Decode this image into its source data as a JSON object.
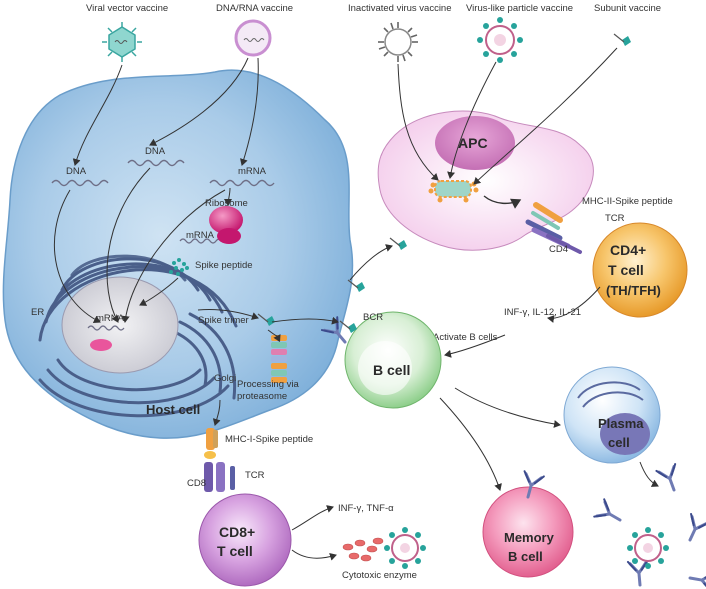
{
  "vaccines": {
    "viral_vector": "Viral vector vaccine",
    "dna_rna": "DNA/RNA vaccine",
    "inactivated": "Inactivated virus vaccine",
    "vlp": "Virus-like particle vaccine",
    "subunit": "Subunit vaccine"
  },
  "host": {
    "title": "Host cell",
    "dna_left": "DNA",
    "dna_mid": "DNA",
    "mrna_top": "mRNA",
    "ribosome": "Ribosome",
    "mrna_ribo": "mRNA",
    "spike_peptide": "Spike peptide",
    "er": "ER",
    "mrna_nucleus": "mRNA",
    "spike_trimer": "Spike trimer",
    "golgi": "Golgi",
    "processing_1": "Processing via",
    "processing_2": "proteasome"
  },
  "apc": {
    "title": "APC",
    "mhc2": "MHC-II-Spike peptide",
    "tcr": "TCR",
    "cd4": "CD4"
  },
  "cd4_cell": {
    "line1": "CD4+",
    "line2": "T cell",
    "line3": "(TH/TFH)"
  },
  "cytokines_cd4": "INF-γ, IL-12, IL-21",
  "activate_b": "Activate B cells",
  "bcr": "BCR",
  "b_cell": "B cell",
  "plasma": {
    "line1": "Plasma",
    "line2": "cell"
  },
  "memory": {
    "line1": "Memory",
    "line2": "B cell"
  },
  "mhc1": "MHC-I-Spike peptide",
  "tcr_cd8": "TCR",
  "cd8_label": "CD8",
  "cd8_cell": {
    "line1": "CD8+",
    "line2": "T cell"
  },
  "cytokines_cd8": "INF-γ, TNF-α",
  "cytotoxic": "Cytotoxic enzyme"
}
